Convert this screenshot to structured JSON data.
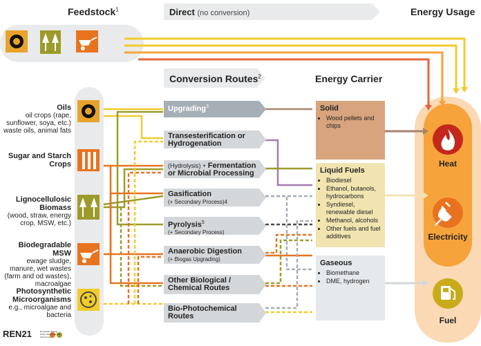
{
  "headers": {
    "feedstock": "Feedstock",
    "feedstock_note": "1",
    "direct": "Direct",
    "direct_note": "(no conversion)",
    "energy_usage": "Energy Usage",
    "conversion_routes": "Conversion Routes",
    "conversion_note": "2",
    "energy_carrier": "Energy Carrier"
  },
  "feedstocks": [
    {
      "title": "Oils",
      "desc": "oil crops (rape, sunflower, soya, etc.) waste oils, animal fats",
      "icon": "sun-gear-icon"
    },
    {
      "title": "Sugar and Starch Crops",
      "desc": "",
      "icon": "cane-icon"
    },
    {
      "title": "Lignocellulosic Biomass",
      "desc": "(wood, straw, energy crop, MSW, etc.)",
      "icon": "trees-icon"
    },
    {
      "title": "Biodegradable MSW",
      "desc": "ewage sludge, manure, wet wastes (farm and od wastes), macroalgae",
      "icon": "wheelbarrow-icon"
    },
    {
      "title": "Photosynthetic Microorganisms",
      "desc": "e.g., microalgae and bacteria",
      "icon": "microalgae-icon"
    }
  ],
  "routes": [
    {
      "pre": "",
      "title": "Upgrading",
      "note": "3",
      "sub": ""
    },
    {
      "pre": "",
      "title": "Transesterification or Hydrogenation",
      "note": "",
      "sub": ""
    },
    {
      "pre": "(Hydrolysis) + ",
      "title": "Fermentation or Microbial Processing",
      "note": "",
      "sub": ""
    },
    {
      "pre": "",
      "title": "Gasification",
      "note": "",
      "sub": "(+ Secondary Process)4"
    },
    {
      "pre": "",
      "title": "Pyrolysis",
      "note": "5",
      "sub": "(+ Secondary Process)"
    },
    {
      "pre": "",
      "title": "Anaerobic Digestion",
      "note": "",
      "sub": "(+ Biogas Upgrading)"
    },
    {
      "pre": "",
      "title": "Other Biological / Chemical Routes",
      "note": "",
      "sub": ""
    },
    {
      "pre": "",
      "title": "Bio-Photochemical Routes",
      "note": "",
      "sub": ""
    }
  ],
  "carriers": {
    "solid": {
      "title": "Solid",
      "items": [
        "Wood pellets and chips"
      ]
    },
    "liquid": {
      "title": "Liquid Fuels",
      "items": [
        "Biodiesel",
        "Ethanol, butanols, hydrocarbons",
        "Syndiesel, renewable diesel",
        "Methanol, alcohols",
        "Other fuels and fuel additives"
      ]
    },
    "gaseous": {
      "title": "Gaseous",
      "items": [
        "Biomethane",
        "DME, hydrogen"
      ]
    }
  },
  "usages": [
    {
      "label": "Heat",
      "icon": "flame-icon",
      "color": "#c4281c"
    },
    {
      "label": "Electricity",
      "icon": "plug-icon",
      "color": "#e8731f"
    },
    {
      "label": "Fuel",
      "icon": "fuel-pump-icon",
      "color": "#c9ab1a"
    }
  ],
  "logo": {
    "text": "REN21",
    "tagline": "Renewable Energy Policy Network for the 21st Century"
  },
  "colors": {
    "yellow": "#f2cb2a",
    "orange": "#e8731f",
    "olive": "#9c9b2b",
    "brown": "#a5836c",
    "purple": "#a57bb0",
    "grey": "#a6aeb6",
    "dark": "#4a4a4a",
    "route_box": "#d4d7da",
    "solid_box": "#d7a47e",
    "liquid_box": "#f1e4b0",
    "gas_box": "#e6e9ec",
    "usage_bg": "#fbd9b4"
  }
}
